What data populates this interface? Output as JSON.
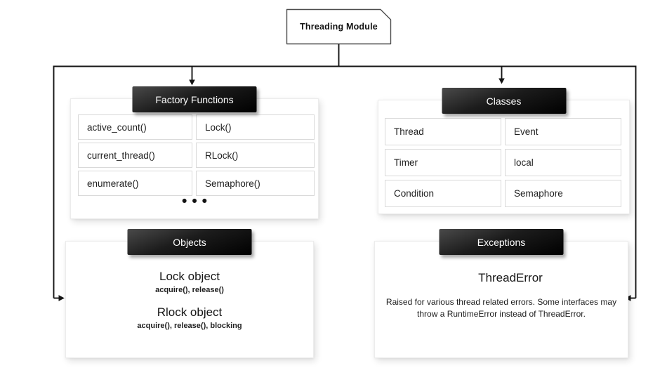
{
  "root": {
    "title": "Threading Module"
  },
  "sections": {
    "factory": {
      "title": "Factory Functions",
      "cells": [
        [
          "active_count()",
          "Lock()"
        ],
        [
          "current_thread()",
          "RLock()"
        ],
        [
          "enumerate()",
          "Semaphore()"
        ]
      ],
      "ellipsis": "•••"
    },
    "classes": {
      "title": "Classes",
      "cells": [
        [
          "Thread",
          "Event"
        ],
        [
          "Timer",
          "local"
        ],
        [
          "Condition",
          "Semaphore"
        ]
      ]
    },
    "objects": {
      "title": "Objects",
      "entries": [
        {
          "name": "Lock object",
          "methods": "acquire(), release()"
        },
        {
          "name": "Rlock object",
          "methods": "acquire(), release(), blocking"
        }
      ]
    },
    "exceptions": {
      "title": "Exceptions",
      "name": "ThreadError",
      "description": "Raised for various thread related errors. Some interfaces may throw a RuntimeError instead of ThreadError."
    }
  },
  "colors": {
    "header_bg_top": "#4a4a4a",
    "header_bg_bottom": "#000000",
    "header_text": "#ffffff",
    "panel_border": "#ececec",
    "cell_border": "#d9d9d9",
    "line": "#141414",
    "text": "#1f1f1f"
  }
}
